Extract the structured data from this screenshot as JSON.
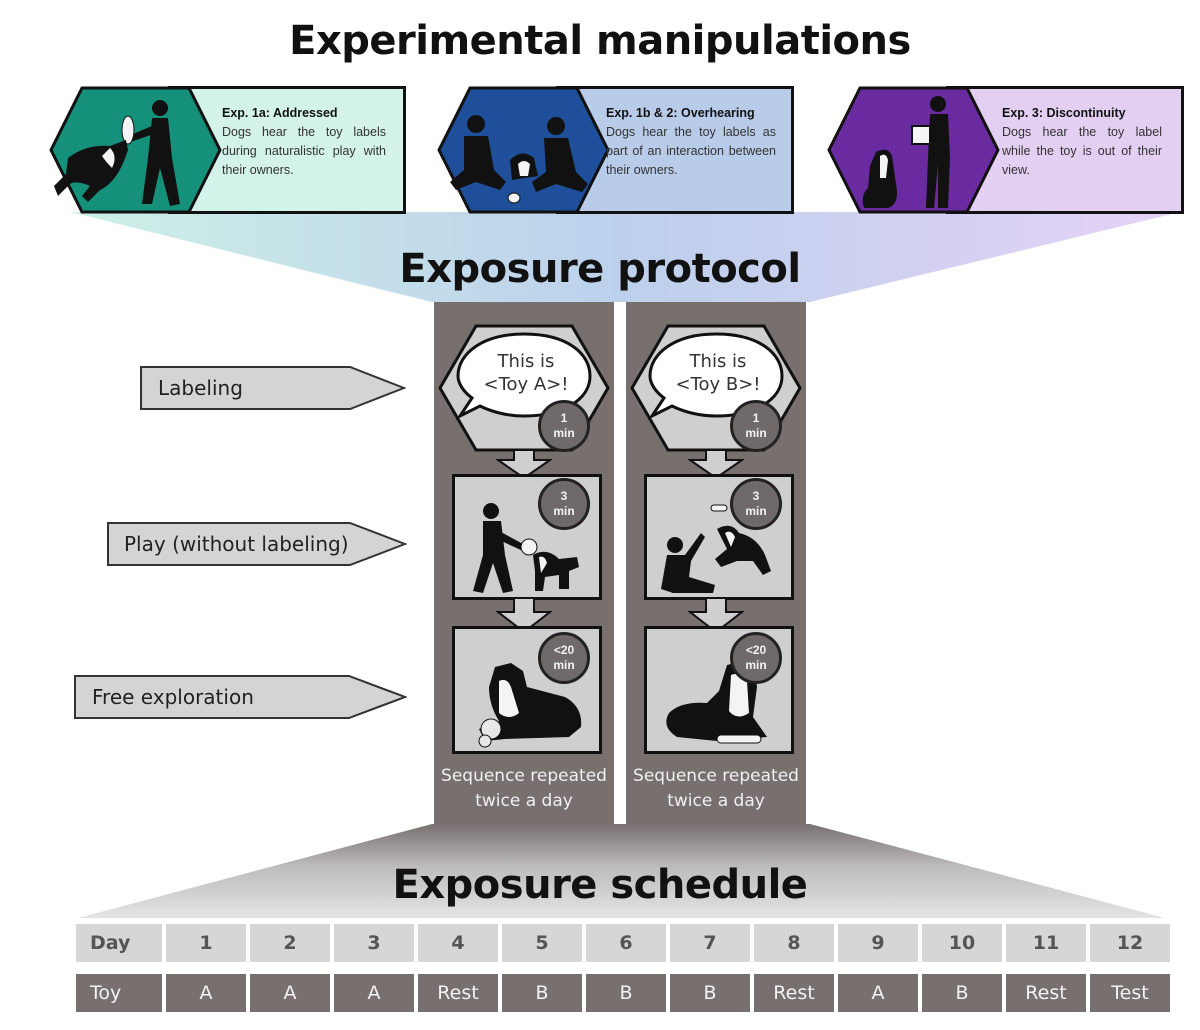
{
  "titles": {
    "manipulations": "Experimental manipulations",
    "protocol": "Exposure protocol",
    "schedule": "Exposure schedule"
  },
  "experiments": [
    {
      "title": "Exp. 1a: Addressed",
      "description": "Dogs hear the toy labels during naturalistic play with their owners.",
      "icon": "owner-playing-tug-with-dog-illustration",
      "hex_color": "#15907a",
      "box_color": "#d3f2ea"
    },
    {
      "title": "Exp. 1b & 2: Overhearing",
      "description": "Dogs hear the toy labels as part of an interaction between their owners.",
      "icon": "two-owners-talking-with-dog-illustration",
      "hex_color": "#1f4f9a",
      "box_color": "#b8cbe8"
    },
    {
      "title": "Exp. 3: Discontinuity",
      "description": "Dogs hear the toy label while the toy is out of their view.",
      "icon": "owner-holding-bucket-with-dog-illustration",
      "hex_color": "#6a2aa0",
      "box_color": "#e3cff2"
    }
  ],
  "stages": [
    {
      "label": "Labeling"
    },
    {
      "label": "Play (without labeling)"
    },
    {
      "label": "Free exploration"
    }
  ],
  "columns": [
    {
      "bubble_line1": "This is",
      "bubble_line2": "<Toy A>!",
      "timers": [
        {
          "value": "1",
          "unit": "min"
        },
        {
          "value": "3",
          "unit": "min"
        },
        {
          "value": "<20",
          "unit": "min"
        }
      ],
      "repeat_line1": "Sequence repeated",
      "repeat_line2": "twice a day"
    },
    {
      "bubble_line1": "This is",
      "bubble_line2": "<Toy B>!",
      "timers": [
        {
          "value": "1",
          "unit": "min"
        },
        {
          "value": "3",
          "unit": "min"
        },
        {
          "value": "<20",
          "unit": "min"
        }
      ],
      "repeat_line1": "Sequence repeated",
      "repeat_line2": "twice a day"
    }
  ],
  "schedule": {
    "row_headers": [
      "Day",
      "Toy"
    ],
    "days": [
      "1",
      "2",
      "3",
      "4",
      "5",
      "6",
      "7",
      "8",
      "9",
      "10",
      "11",
      "12"
    ],
    "toys": [
      "A",
      "A",
      "A",
      "Rest",
      "B",
      "B",
      "B",
      "Rest",
      "A",
      "B",
      "Rest",
      "Test"
    ]
  },
  "colors": {
    "column_gray": "#77706f",
    "panel_gray": "#cfcfcf"
  }
}
